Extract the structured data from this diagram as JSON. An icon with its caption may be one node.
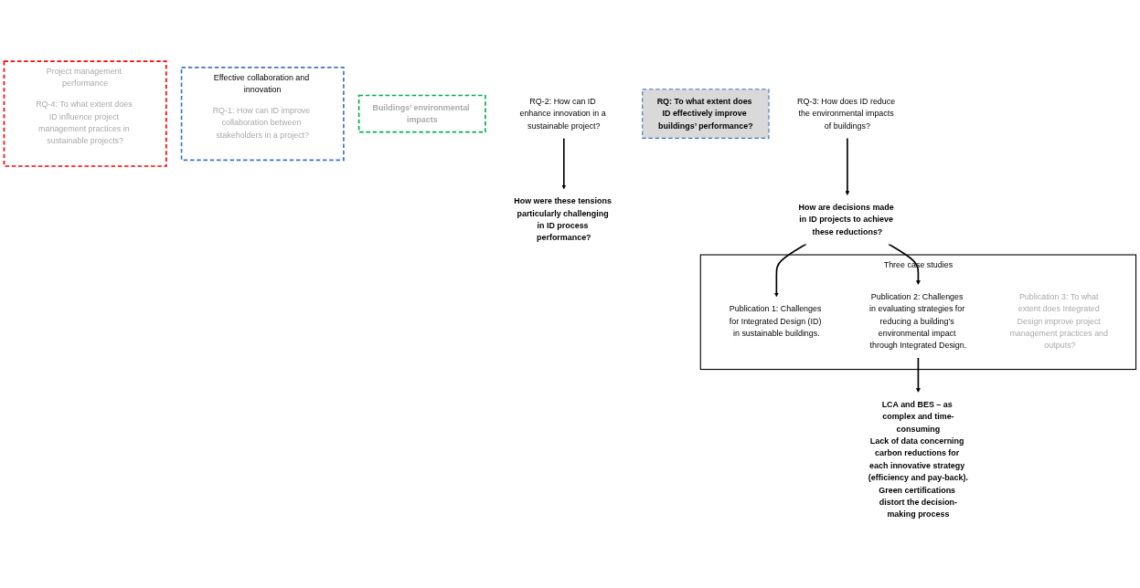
{
  "diagram": {
    "nodes": [
      {
        "text": [
          "Effective collaboration and innovation"
        ]
      },
      {
        "text": [
          "RQ-1: How can ID improve collaboration between stakeholders in a project?"
        ],
        "in": 0
      },
      {
        "text": [
          "Buildings’ environmental impacts"
        ]
      },
      {
        "text": [
          "RQ-2: How can ID enhance innovation in a sustainable project?"
        ]
      },
      {
        "text": [
          "Project management performance"
        ]
      },
      {
        "text": [
          "RQ: To what extent does ID effectively improve buildings’ performance?"
        ]
      },
      {
        "text": [
          "RQ-4: To what extent does ID influence project management practices in sustainable projects?"
        ],
        "in": 4
      },
      {
        "text": [
          "RQ-3: How does ID reduce the environmental impacts of buildings?"
        ]
      },
      {
        "text": [
          "How were these tensions particularly challenging in ID process performance?"
        ]
      },
      {
        "text": [
          "How are decisions made in ID projects to achieve these reductions?"
        ]
      },
      {
        "text": [
          "LCA and BES – as complex and time-consuming",
          "Lack of data concerning carbon reductions for each innovative strategy (efficiency and pay-back).",
          "Green certifications distort the decision-making process"
        ]
      },
      {
        "text": [
          "Three case studies"
        ]
      },
      {
        "text": [
          "Publication 1: Challenges for Integrated Design (ID) in sustainable buildings."
        ],
        "in": 11
      },
      {
        "text": [
          "Publication 2: Challenges in evaluating strategies for reducing a building’s environmental impact through Integrated Design."
        ],
        "in": 11
      },
      {
        "text": [
          "Publication 3: To what extent does Integrated Design improve project management practices and outputs?"
        ],
        "in": 11
      }
    ],
    "edges": [
      {
        "from": 3,
        "to": 8,
        "arrow": "to"
      },
      {
        "from": 7,
        "to": 9,
        "arrow": "to"
      },
      {
        "from": 9,
        "to": 12,
        "arrow": "to"
      },
      {
        "from": 9,
        "to": 13,
        "arrow": "to"
      },
      {
        "from": 13,
        "to": 10,
        "arrow": "to"
      }
    ]
  }
}
